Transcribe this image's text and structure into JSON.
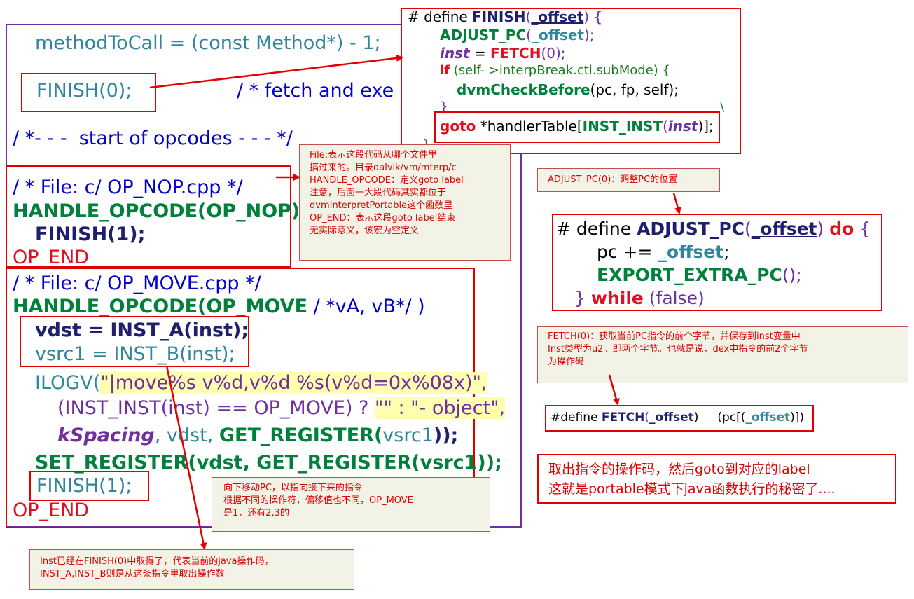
{
  "main_code": {
    "line_method": "methodToCall = (const Method*) - 1;",
    "line_finish0_call": "FINISH(0);",
    "line_finish0_comment": "/ * fetch and exe",
    "line_start_opcodes": "/ *- - -  start of opcodes - - - */",
    "nop_file": "/ * File: c/ OP_NOP.cpp */",
    "nop_handle": "HANDLE_OPCODE(OP_NOP)",
    "nop_finish": "FINISH(1);",
    "nop_end": "OP_END",
    "move_file": "/ * File: c/ OP_MOVE.cpp */",
    "move_handle_a": "HANDLE_OPCODE(OP_MOVE",
    "move_handle_b": " / *vA, vB*/ )",
    "vdst_line": "vdst = INST_A(inst);",
    "vsrc_line": "vsrc1 = INST_B(inst);",
    "ilogv_a": "ILOGV(",
    "ilogv_b": "\"|move%s v%d,v%d %s(v%d=0x%08x)\",",
    "inst_line_a": "(INST_INST(inst) == OP_MOVE) ? ",
    "inst_line_b": "\"\" : \"- object\",",
    "kspacing_line_a": "kSpacing",
    "kspacing_line_b": ", vdst, ",
    "kspacing_line_c": "GET_REGISTER(",
    "kspacing_line_d": "vsrc1",
    "kspacing_line_e": "));",
    "set_reg_line": "SET_REGISTER(vdst, GET_REGISTER(vsrc1));",
    "move_finish": "FINISH(1);",
    "move_end": "OP_END"
  },
  "finish_define": {
    "line1_a": "# define ",
    "line1_b": "FINISH",
    "line1_c": "(",
    "line1_d": "_offset",
    "line1_e": ") {",
    "line2_a": "ADJUST_PC",
    "line2_b": "(",
    "line2_c": "_offset",
    "line2_d": ");",
    "line3_a": "inst",
    "line3_b": " = ",
    "line3_c": "FETCH",
    "line3_d": "(0);",
    "line4_a": "if",
    "line4_b": " (self- >interpBreak.ctl.subMode) {",
    "line5_a": "dvmCheckBefore",
    "line5_b": "(pc, fp, self);",
    "line6": "}",
    "line6_bs": "\\",
    "line7_a": "goto",
    "line7_b": " *handlerTable[",
    "line7_c": "INST_INST",
    "line7_d": "(",
    "line7_e": "inst",
    "line7_f": ")];",
    "line8": "}"
  },
  "adjust_define": {
    "line1_a": "# define ",
    "line1_b": "ADJUST_PC",
    "line1_c": "(",
    "line1_d": "_offset",
    "line1_e": ") ",
    "line1_f": "do",
    "line1_g": " {",
    "line2_a": "pc += ",
    "line2_b": "_offset",
    "line2_c": ";",
    "line3_a": "EXPORT_EXTRA_PC",
    "line3_b": "();",
    "line4_a": "} ",
    "line4_b": "while",
    "line4_c": " (false)"
  },
  "fetch_define": {
    "a": "#define ",
    "b": "FETCH",
    "c": "(",
    "d": "_offset",
    "e": ")     (pc[(",
    "f": "_offset",
    "g": ")])"
  },
  "notes": {
    "file_note": [
      "File:表示这段代码从哪个文件里",
      "搞过来的。目录dalvik/vm/mterp/c",
      "HANDLE_OPCODE：定义goto label",
      "注意，后面一大段代码其实都位于",
      "dvmInterpretPortable这个函数里",
      "OP_END：表示这段goto label结束",
      "无实际意义，该宏为空定义"
    ],
    "adjust_note": "ADJUST_PC(0)：调整PC的位置",
    "fetch_note": [
      "FETCH(0)：获取当前PC指令的前个字节，并保存到inst变量中",
      "Inst类型为u2。即两个字节。也就是说，dex中指令的前2个字节",
      "为操作码"
    ],
    "move_note": [
      "向下移动PC，以指向接下来的指令",
      "根据不同的操作符，偏移值也不同，OP_MOVE",
      "是1，还有2,3的"
    ],
    "inst_note": [
      "Inst已经在FINISH(0)中取得了，代表当前的java操作码，",
      "INST_A,INST_B则是从这条指令里取出操作数"
    ],
    "summary": [
      "取出指令的操作码，然后goto到对应的label",
      "这就是portable模式下java函数执行的秘密了...."
    ]
  },
  "colors": {
    "border_purple": "#7030a0",
    "box_red": "#e00000",
    "code_teal": "#31859c",
    "code_green": "#00803a",
    "note_bg": "#f2f2e6"
  }
}
